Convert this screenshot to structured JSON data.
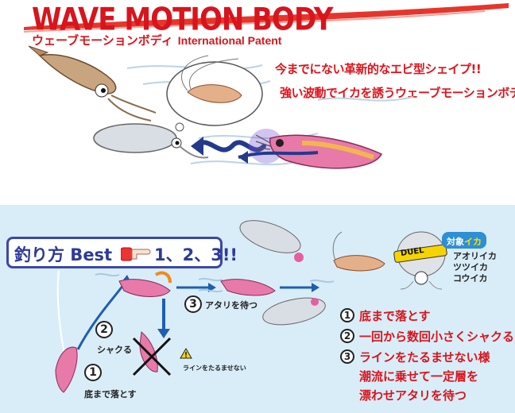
{
  "header": {
    "title": "WAVE MOTION BODY",
    "subtitle_jp": "ウェーブモーションボディ",
    "subtitle_en": "International Patent",
    "catch_line1": "今までにない革新的なエビ型シェイプ!!",
    "catch_line2": "強い波動でイカを誘うウェーブモーションボディ"
  },
  "guide": {
    "badge_text": "釣り方 Best",
    "badge_numbers": "1、2、3!!",
    "step1_num": "1",
    "step1_label": "底まで落とす",
    "step2_num": "2",
    "step2_label": "シャクる",
    "step3_num": "3",
    "step3_label": "アタリを待つ",
    "warning_label": "ラインをたるませない",
    "warning_icon": "warning-icon"
  },
  "steps": [
    {
      "num": "1",
      "text": "底まで落とす"
    },
    {
      "num": "2",
      "text": "一回から数回小さくシャクる"
    },
    {
      "num": "3",
      "text": "ラインをたるませない様"
    }
  ],
  "steps_extra": [
    "潮流に乗せて一定層を",
    "漂わせアタリを待つ"
  ],
  "target": {
    "title_left": "対象",
    "title_right": "イカ",
    "brand": "DUEL",
    "species": [
      "アオリイカ",
      "ツツイカ",
      "コウイカ"
    ]
  },
  "colors": {
    "brand_red": "#d8141c",
    "badge_blue": "#2d3a9a",
    "panel_blue": "#d9edf8",
    "lure_pink": "#e77aa9"
  }
}
